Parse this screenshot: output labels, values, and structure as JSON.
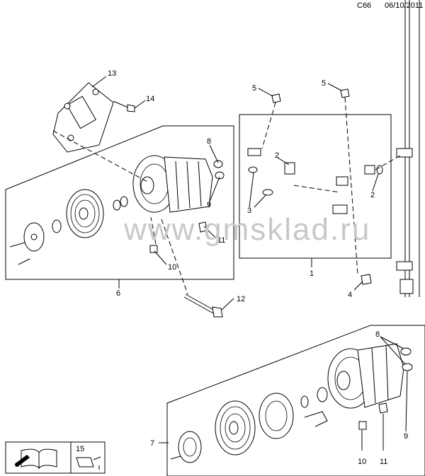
{
  "header": {
    "code": "C66",
    "date": "06/10/2011"
  },
  "watermark": "www.gmsklad.ru",
  "callouts": [
    "1",
    "2",
    "2",
    "3",
    "4",
    "5",
    "5",
    "6",
    "7",
    "8",
    "8",
    "9",
    "9",
    "10",
    "10",
    "11",
    "11",
    "12",
    "13",
    "14",
    "15"
  ]
}
